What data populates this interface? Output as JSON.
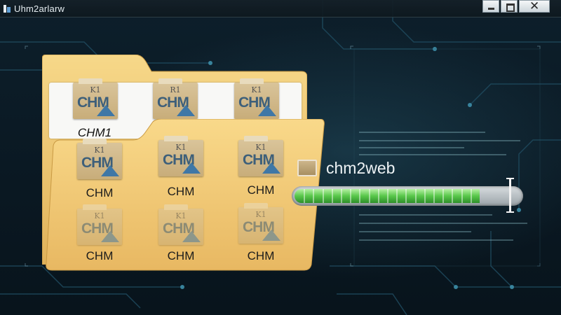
{
  "window": {
    "title": "Uhm2arlarw",
    "controls": {
      "minimize": "minimize",
      "maximize": "maximize",
      "close": "✕"
    }
  },
  "folder": {
    "top_row": [
      {
        "letter": "K1",
        "badge": "CHM",
        "caption": "CHM1"
      },
      {
        "letter": "R1",
        "badge": "CHM",
        "caption": ""
      },
      {
        "letter": "K1",
        "badge": "CHM",
        "caption": ""
      }
    ],
    "front_rows": [
      [
        {
          "letter": "K1",
          "badge": "CHM",
          "caption": "CHM"
        },
        {
          "letter": "K1",
          "badge": "CHM",
          "caption": "CHM"
        },
        {
          "letter": "K1",
          "badge": "CHM",
          "caption": "CHM"
        }
      ],
      [
        {
          "letter": "K1",
          "badge": "CHM",
          "caption": "CHM"
        },
        {
          "letter": "K1",
          "badge": "CHM",
          "caption": "CHM"
        },
        {
          "letter": "K1",
          "badge": "CHM",
          "caption": "CHM"
        }
      ]
    ]
  },
  "converter": {
    "app_name": "chm2web",
    "progress": 0.82,
    "progress_segments": 20
  },
  "colors": {
    "folder": "#f0c46a",
    "progress_green": "#58c74a",
    "chm_blue": "#3d5f7a"
  }
}
